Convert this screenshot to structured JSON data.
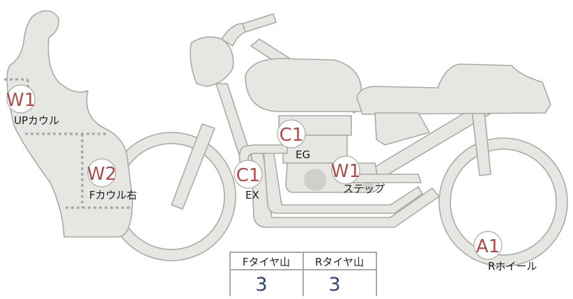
{
  "markers": [
    {
      "id": "up-cowl",
      "code": "W1",
      "label": "UPカウル"
    },
    {
      "id": "f-cowl-right",
      "code": "W2",
      "label": "Fカウル右"
    },
    {
      "id": "engine",
      "code": "C1",
      "label": "EG"
    },
    {
      "id": "exhaust",
      "code": "C1",
      "label": "EX"
    },
    {
      "id": "step",
      "code": "W1",
      "label": "ステップ"
    },
    {
      "id": "rear-wheel",
      "code": "A1",
      "label": "Rホイール"
    }
  ],
  "tread_table": {
    "headers": [
      "Fタイヤ山",
      "Rタイヤ山"
    ],
    "values": [
      "3",
      "3"
    ]
  },
  "colors": {
    "part_fill": "#e6e7e3",
    "part_outline": "#a9aaa6",
    "code_text": "#b34a4a",
    "table_value_text": "#2f3f7a",
    "table_border": "#a9a9a9"
  }
}
